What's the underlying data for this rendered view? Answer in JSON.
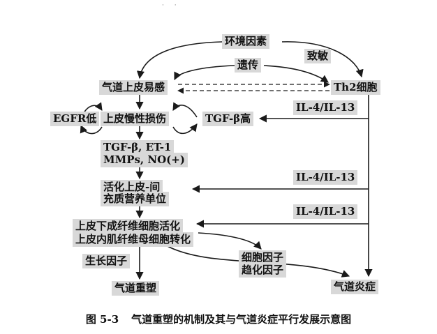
{
  "nodes": {
    "environment": "环境因素",
    "sensitization": "致敏",
    "genetics": "遗传",
    "susceptibility": "气道上皮易感",
    "th2": "Th2细胞",
    "il_1": "IL-4/IL-13",
    "egfr": "EGFR低",
    "chronic_injury": "上皮慢性损伤",
    "tgf_high": "TGF-β高",
    "mediators_line1": "TGF-β, ET-1",
    "mediators_line2": "MMPs, NO(+)",
    "activation_line1": "活化上皮-间",
    "activation_line2": "充质营养单位",
    "il_2": "IL-4/IL-13",
    "il_3": "IL-4/IL-13",
    "fibroblast_line1": "上皮下成纤维细胞活化",
    "fibroblast_line2": "上皮内肌纤维母细胞转化",
    "growth": "生长因子",
    "cytokine_line1": "细胞因子",
    "cytokine_line2": "趋化因子",
    "remodeling": "气道重塑",
    "inflammation": "气道炎症"
  },
  "caption": {
    "number": "图 5-3",
    "text": "气道重塑的机制及其与气道炎症平行发展示意图"
  },
  "decor": {
    "specks": "· ·"
  },
  "colors": {
    "box_fill": "#d8d8d8",
    "line": "#1a1a1a"
  }
}
